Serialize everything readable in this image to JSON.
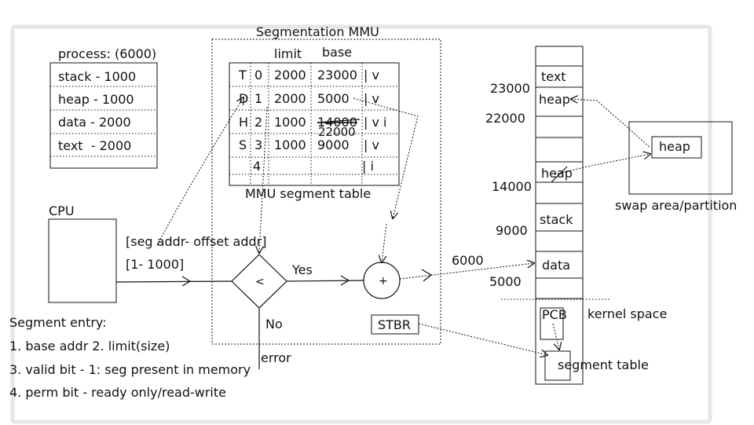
{
  "process": {
    "title": "process: (6000)",
    "rows": [
      "stack - 1000",
      "heap - 1000",
      "data - 2000",
      "text  - 2000"
    ]
  },
  "mmu": {
    "title": "Segmentation MMU",
    "col_limit": "limit",
    "col_base": "base",
    "table_caption": "MMU segment table",
    "rows": [
      {
        "tag": "T",
        "idx": "0",
        "limit": "2000",
        "base": "23000",
        "flag": "| v"
      },
      {
        "tag": "D",
        "idx": "1",
        "limit": "2000",
        "base": "5000",
        "flag": "| v"
      },
      {
        "tag": "H",
        "idx": "2",
        "limit": "1000",
        "base": "14000",
        "flag": "| v i"
      },
      {
        "tag": "S",
        "idx": "3",
        "limit": "1000",
        "base": "9000",
        "flag": "| v"
      },
      {
        "tag": "",
        "idx": "4",
        "limit": "",
        "base": "",
        "flag": "| i"
      }
    ],
    "heap_base_correction": "22000",
    "compare_symbol": "<",
    "add_symbol": "+",
    "yes_label": "Yes",
    "no_label": "No",
    "error_label": "error",
    "stbr_label": "STBR"
  },
  "cpu": {
    "label": "CPU",
    "address_format": "[seg addr- offset addr]",
    "address_example": "[1- 1000]"
  },
  "segment_entry": {
    "title": "Segment entry:",
    "items": [
      "1. base addr 2. limit(size)",
      "3. valid bit - 1: seg present in memory",
      "4. perm bit - ready only/read-write"
    ]
  },
  "memory": {
    "segments": [
      "text",
      "heap",
      "heap",
      "stack",
      "data"
    ],
    "addresses": [
      "23000",
      "22000",
      "14000",
      "9000",
      "5000"
    ],
    "physical_address": "6000",
    "kernel_label": "kernel space",
    "pcb_label": "PCB",
    "segment_table_label": "segment table"
  },
  "swap": {
    "heap_label": "heap",
    "area_label": "swap area/partition"
  }
}
